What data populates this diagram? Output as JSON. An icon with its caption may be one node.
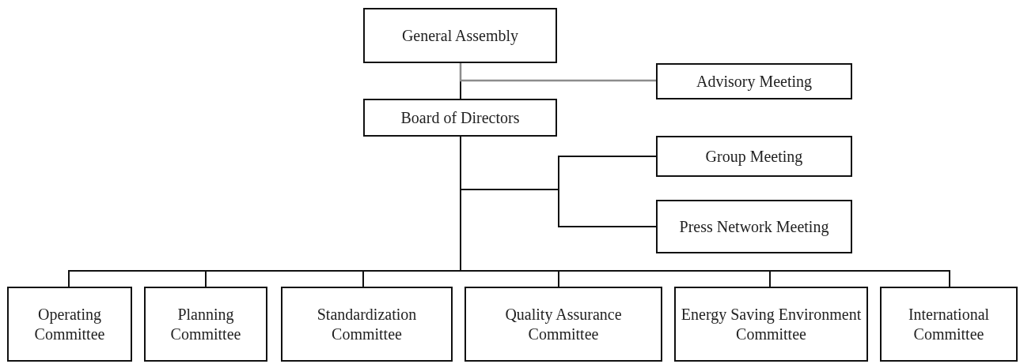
{
  "diagram": {
    "nodes": [
      {
        "text": [
          "General Assembly"
        ]
      },
      {
        "text": [
          "Advisory Meeting"
        ]
      },
      {
        "text": [
          "Board of Directors"
        ]
      },
      {
        "text": [
          "Group Meeting"
        ]
      },
      {
        "text": [
          "Press Network Meeting"
        ]
      },
      {
        "text": [
          "Operating Committee"
        ]
      },
      {
        "text": [
          "Planning Committee"
        ]
      },
      {
        "text": [
          "Standardization Committee"
        ]
      },
      {
        "text": [
          "Quality Assurance Committee"
        ]
      },
      {
        "text": [
          "Energy Saving Environment Committee"
        ]
      },
      {
        "text": [
          "International Committee"
        ]
      }
    ],
    "edges": [
      {
        "from": 0,
        "to": 2,
        "arrow": "none"
      },
      {
        "from": 0,
        "to": 1,
        "arrow": "none",
        "color": "#8c8c8c"
      },
      {
        "from": 2,
        "to": 3,
        "arrow": "none"
      },
      {
        "from": 2,
        "to": 4,
        "arrow": "none"
      },
      {
        "from": 2,
        "to": 5,
        "arrow": "none"
      },
      {
        "from": 2,
        "to": 6,
        "arrow": "none"
      },
      {
        "from": 2,
        "to": 7,
        "arrow": "none"
      },
      {
        "from": 2,
        "to": 8,
        "arrow": "none"
      },
      {
        "from": 2,
        "to": 9,
        "arrow": "none"
      },
      {
        "from": 2,
        "to": 10,
        "arrow": "none"
      }
    ]
  }
}
